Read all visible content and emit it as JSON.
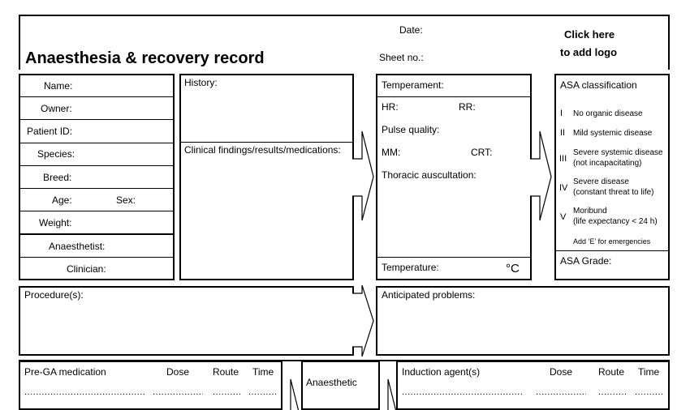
{
  "header": {
    "title": "Anaesthesia & recovery record",
    "date_label": "Date:",
    "sheet_label": "Sheet no.:",
    "logo_line1": "Click here",
    "logo_line2": "to add logo"
  },
  "patient": {
    "name": "Name:",
    "owner": "Owner:",
    "patient_id": "Patient ID:",
    "species": "Species:",
    "breed": "Breed:",
    "age": "Age:",
    "sex": "Sex:",
    "weight": "Weight:",
    "anaesthetist": "Anaesthetist:",
    "clinician": "Clinician:"
  },
  "history": {
    "history_label": "History:",
    "clinical_label": "Clinical findings/results/medications:"
  },
  "exam": {
    "temperament": "Temperament:",
    "hr": "HR:",
    "rr": "RR:",
    "pulse": "Pulse quality:",
    "mm": "MM:",
    "crt": "CRT:",
    "thoracic": "Thoracic auscultation:",
    "temperature": "Temperature:",
    "unit": "°C"
  },
  "asa": {
    "title": "ASA classification",
    "classes": [
      {
        "num": "I",
        "text": "No organic disease"
      },
      {
        "num": "II",
        "text": "Mild systemic disease"
      },
      {
        "num": "III",
        "text": "Severe systemic disease",
        "text2": "(not incapacitating)"
      },
      {
        "num": "IV",
        "text": "Severe disease",
        "text2": "(constant threat to life)"
      },
      {
        "num": "V",
        "text": "Moribund",
        "text2": "(life expectancy < 24 h)"
      }
    ],
    "emergency_note": "Add ‘E’ for emergencies",
    "grade_label": "ASA Grade:"
  },
  "procedure": {
    "procedures_label": "Procedure(s):",
    "anticipated_label": "Anticipated problems:"
  },
  "medication": {
    "prega_label": "Pre-GA medication",
    "dose": "Dose",
    "route": "Route",
    "time": "Time",
    "anaesthetic_label": "Anaesthetic",
    "induction_label": "Induction agent(s)",
    "dots_long": "..................................................",
    "dots_mid": "......................",
    "dots_short": ".............."
  }
}
